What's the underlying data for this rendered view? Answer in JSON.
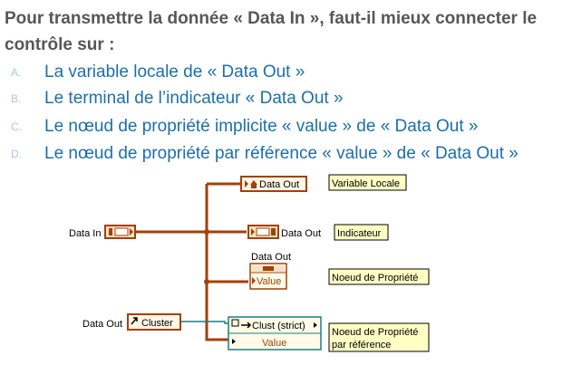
{
  "question": "Pour transmettre la donnée « Data In », faut-il mieux connecter le contrôle sur :",
  "options": [
    {
      "letter": "A.",
      "text": "La variable locale de « Data Out »"
    },
    {
      "letter": "B.",
      "text": "Le terminal de l’indicateur « Data Out »"
    },
    {
      "letter": "C.",
      "text": "Le nœud de propriété implicite « value » de « Data Out »"
    },
    {
      "letter": "D.",
      "text": "Le nœud de propriété par référence « value » de « Data Out »"
    }
  ],
  "diagram": {
    "data_in_label": "Data In",
    "data_out_label": "Data Out",
    "local_var_text": "Data Out",
    "indicator_text": "Data Out",
    "property_node_title": "Data Out",
    "value_text": "Value",
    "reference_control_text": "Cluster",
    "reference_node_header": "Clust (strict)",
    "reference_value_text": "Value",
    "tag_local": "Variable Locale",
    "tag_indicator": "Indicateur",
    "tag_property": "Noeud de Propriété",
    "tag_reference_line1": "Noeud de Propriété",
    "tag_reference_line2": "par référence",
    "colors": {
      "wire": "#a4400a",
      "ref_wire": "#1b7f86",
      "tag_fill": "#ffffc4",
      "option_text": "#1b6fad",
      "option_letter": "#a9c8e0",
      "question_text": "#575757"
    }
  }
}
